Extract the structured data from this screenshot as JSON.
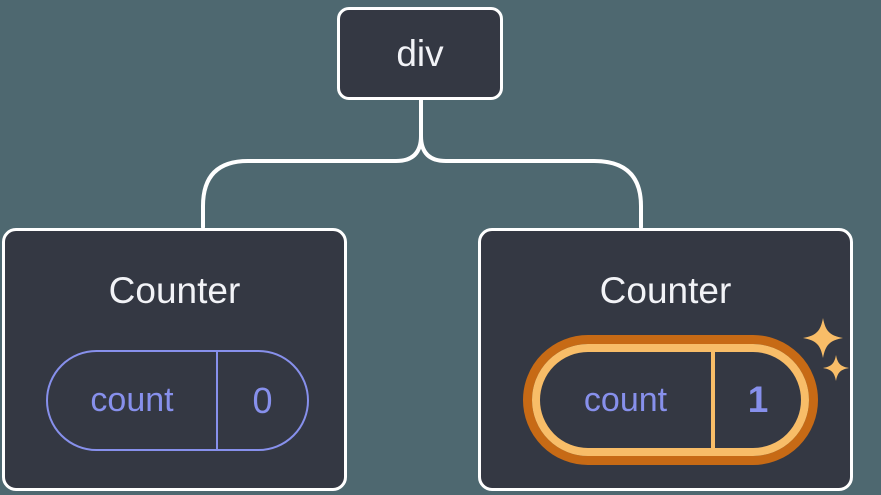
{
  "tree": {
    "root": {
      "label": "div"
    },
    "children": [
      {
        "title": "Counter",
        "state_key": "count",
        "state_value": "0",
        "highlighted": false
      },
      {
        "title": "Counter",
        "state_key": "count",
        "state_value": "1",
        "highlighted": true
      }
    ]
  },
  "colors": {
    "background": "#4E6870",
    "card": "#343843",
    "card_border": "#FFFFFF",
    "connector": "#FFFFFF",
    "text": "#F2F3F7",
    "purple": "#8790EC",
    "orange_dark": "#C76A15",
    "orange_light": "#F8BD68"
  }
}
